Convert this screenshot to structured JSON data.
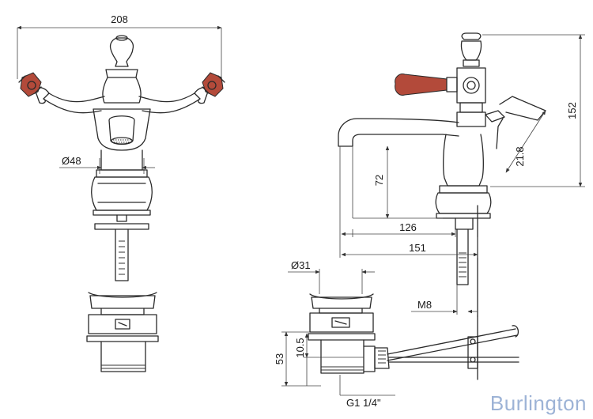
{
  "dimensions": {
    "overall_width": "208",
    "body_diameter": "Ø48",
    "height": "152",
    "spout_height": "72",
    "angle_offset": "21.8",
    "spout_reach_inner": "126",
    "spout_reach_outer": "151",
    "waste_diameter": "Ø31",
    "rod_thread": "M8",
    "waste_height": "53",
    "waste_offset": "10.5",
    "waste_thread": "G1 1/4\""
  },
  "brand": "Burlington",
  "colors": {
    "line": "#2a2a2a",
    "accent": "#b34a3a",
    "brand": "#9db3d6"
  }
}
